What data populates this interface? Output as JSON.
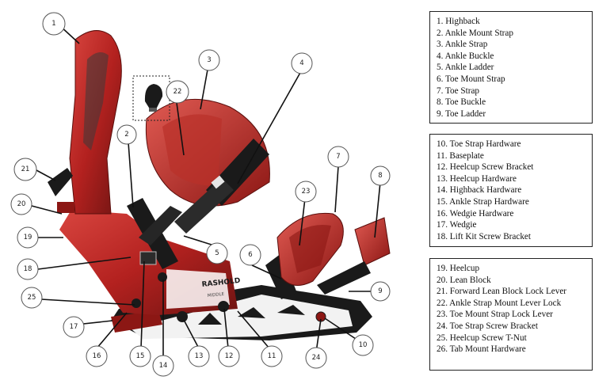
{
  "legend_groups": [
    {
      "items": [
        "1. Highback",
        "2. Ankle Mount Strap",
        "3. Ankle Strap",
        "4. Ankle Buckle",
        "5. Ankle Ladder",
        "6. Toe Mount Strap",
        "7. Toe Strap",
        "8. Toe Buckle",
        "9. Toe Ladder"
      ]
    },
    {
      "items": [
        "10. Toe Strap Hardware",
        "11. Baseplate",
        "12. Heelcup Screw Bracket",
        "13. Heelcup Hardware",
        "14. Highback Hardware",
        "15. Ankle Strap Hardware",
        "16. Wedgie Hardware",
        "17. Wedgie",
        "18. Lift Kit Screw Bracket"
      ]
    },
    {
      "items": [
        "19. Heelcup",
        "20. Lean Block",
        "21. Forward Lean Block Lock Lever",
        "22. Ankle Strap Mount Lever Lock",
        "23. Toe Mount Strap Lock Lever",
        "24. Toe Strap Screw Bracket",
        "25. Heelcup Screw T-Nut",
        "26. Tab Mount Hardware"
      ]
    }
  ],
  "baseplate_text": [
    "RASHOLD",
    "MIDDLE"
  ],
  "callouts": [
    "1",
    "2",
    "3",
    "4",
    "5",
    "6",
    "7",
    "8",
    "9",
    "10",
    "11",
    "12",
    "13",
    "14",
    "15",
    "16",
    "17",
    "18",
    "19",
    "20",
    "21",
    "22",
    "23",
    "24",
    "25"
  ],
  "colors": {
    "binding_red": "#b3211f",
    "dark_red": "#6e1412",
    "strap_black": "#1a1a1a",
    "outline": "#555555"
  }
}
